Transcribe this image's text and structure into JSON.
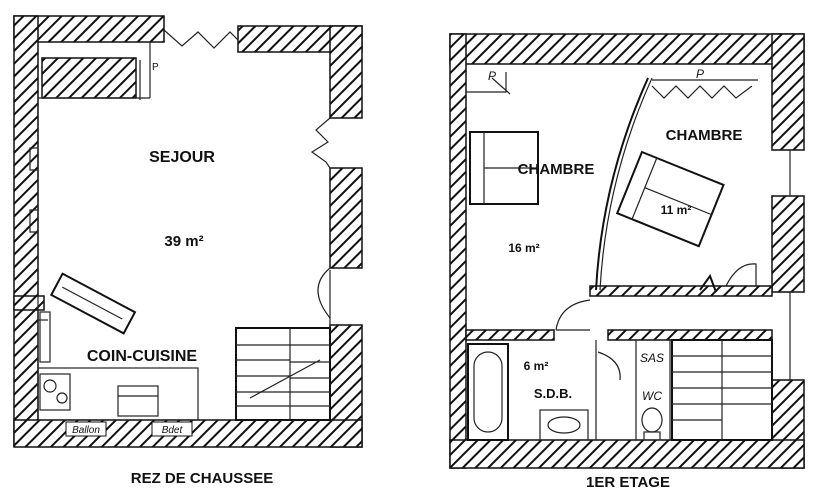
{
  "ground_floor": {
    "title": "REZ DE CHAUSSEE",
    "rooms": [
      {
        "name": "SEJOUR",
        "area": "39 m²"
      },
      {
        "name": "COIN-CUISINE",
        "area": ""
      }
    ],
    "marks": {
      "p": "P",
      "ballon": "Ballon",
      "bidet": "Bdet"
    }
  },
  "first_floor": {
    "title": "1ER ETAGE",
    "rooms": [
      {
        "name": "CHAMBRE",
        "area": "16 m²"
      },
      {
        "name": "CHAMBRE",
        "area": "11 m²"
      },
      {
        "name": "S.D.B.",
        "area": "6 m²"
      }
    ],
    "marks": {
      "p1": "P",
      "p2": "P",
      "sas": "SAS",
      "wc": "WC"
    }
  }
}
